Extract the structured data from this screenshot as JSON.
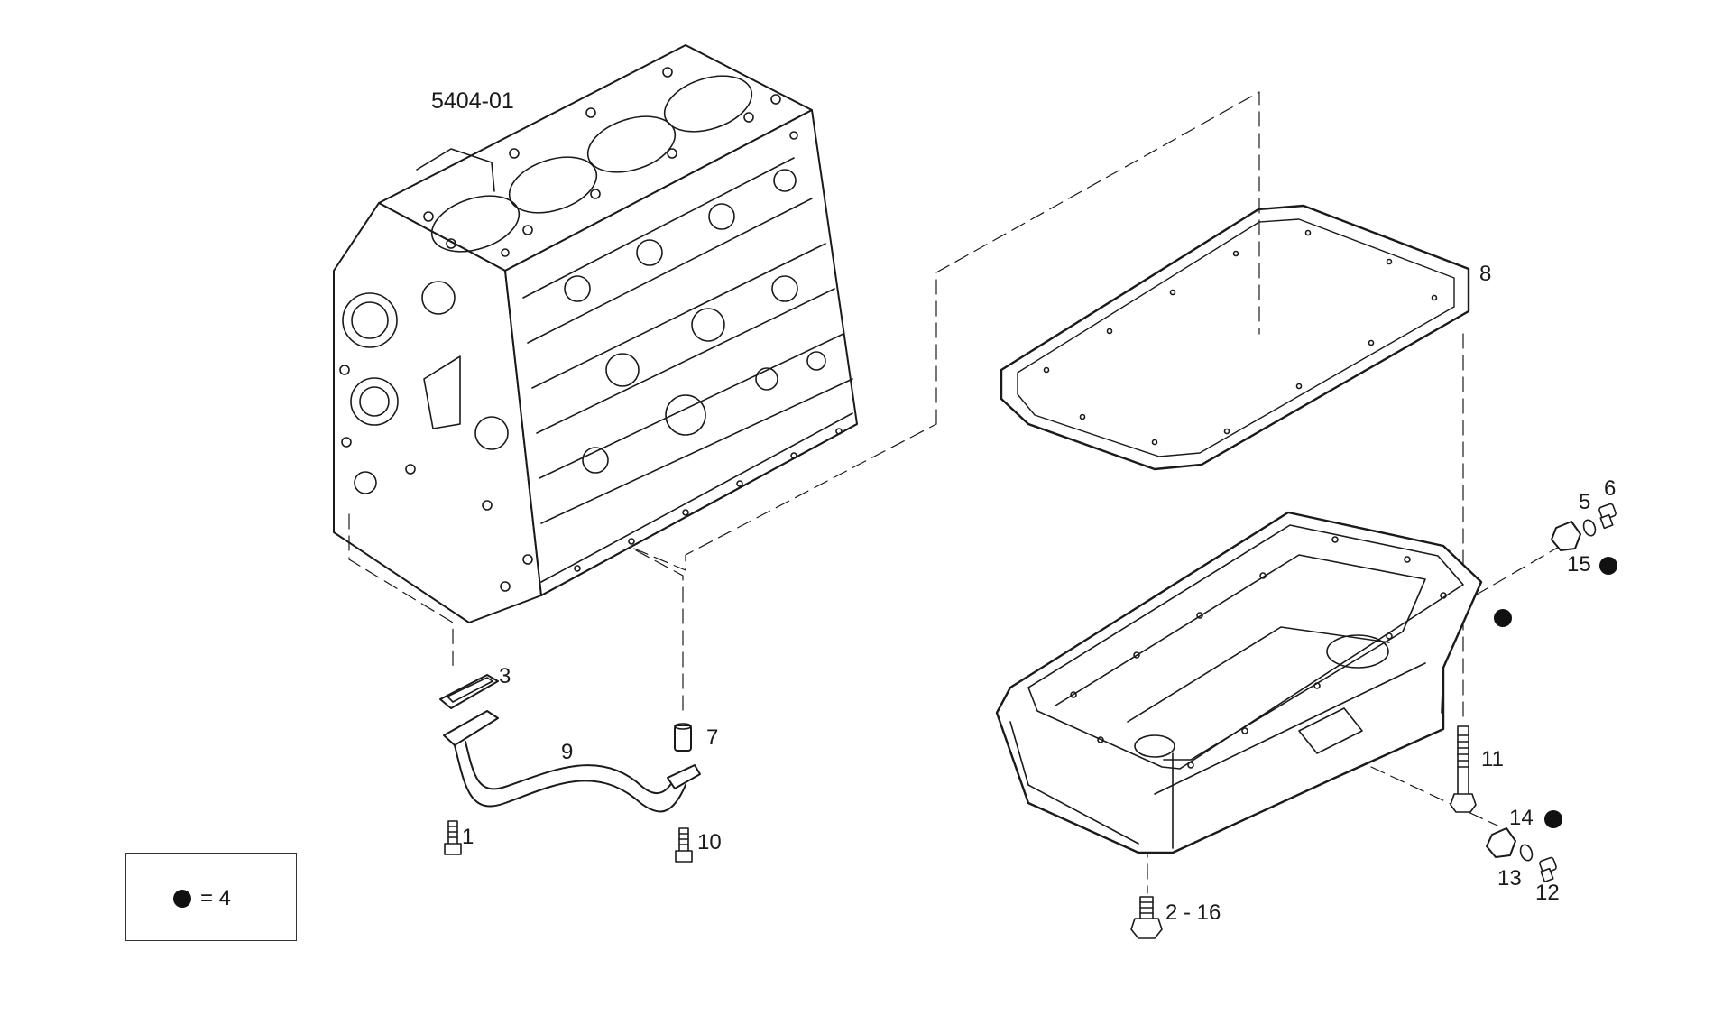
{
  "diagram": {
    "group_code": "5404-01",
    "callouts": {
      "c1": "1",
      "c2_16": "2 - 16",
      "c3": "3",
      "c5": "5",
      "c6": "6",
      "c7": "7",
      "c8": "8",
      "c9": "9",
      "c10": "10",
      "c11": "11",
      "c12": "12",
      "c13": "13",
      "c14": "14",
      "c15": "15"
    },
    "legend": {
      "equals_text": "= 4"
    },
    "colors": {
      "line": "#1a1a1a",
      "dot": "#111111",
      "background": "#ffffff"
    }
  }
}
